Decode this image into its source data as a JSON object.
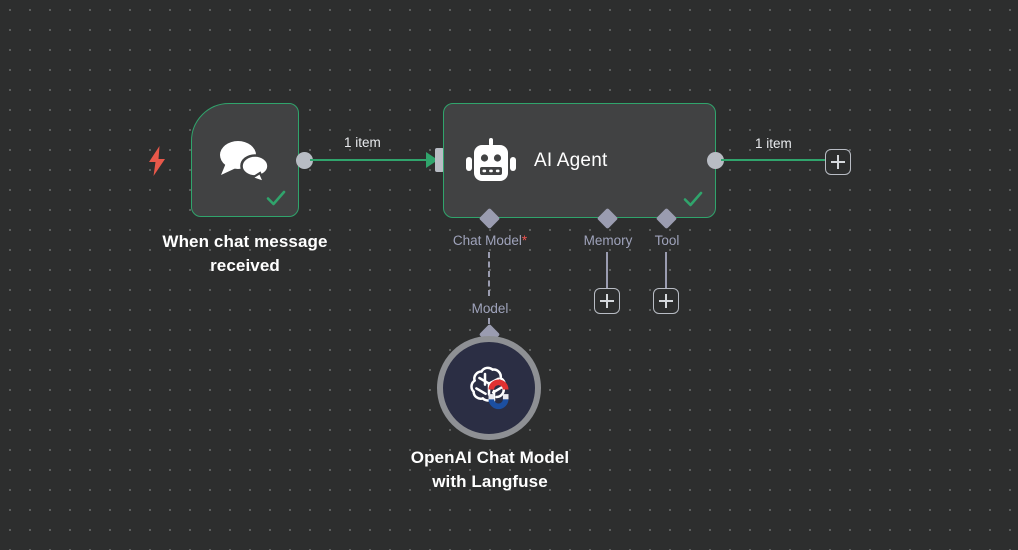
{
  "canvas": {
    "background_color": "#2d2e2e",
    "grid_dot_color": "#a0a3a3",
    "accent_green": "#30a46c",
    "node_fill": "#414243",
    "port_gray": "#b8bcc4",
    "sub_connector_color": "#9a9cb0",
    "required_marker_color": "#ef5350",
    "trigger_bolt_color": "#e8584a"
  },
  "nodes": {
    "trigger": {
      "label": "When chat message\nreceived",
      "icon": "chat-bubbles-icon",
      "status": "success",
      "status_icon": "check-icon",
      "trigger_icon": "lightning-bolt-icon"
    },
    "agent": {
      "title": "AI Agent",
      "icon": "robot-icon",
      "status": "success",
      "status_icon": "check-icon",
      "sub_connectors": [
        {
          "label": "Chat Model",
          "required": true,
          "required_marker": "*",
          "connected": true
        },
        {
          "label": "Memory",
          "required": false,
          "required_marker": "",
          "connected": false
        },
        {
          "label": "Tool",
          "required": false,
          "required_marker": "",
          "connected": false
        }
      ]
    },
    "openai": {
      "label": "OpenAI Chat Model\nwith Langfuse",
      "icon": "openai-langfuse-icon",
      "connector_label": "Model"
    }
  },
  "edges": {
    "trigger_to_agent": {
      "label": "1 item"
    },
    "agent_to_next": {
      "label": "1 item"
    }
  },
  "buttons": {
    "add_node_main": "+",
    "add_memory": "+",
    "add_tool": "+"
  }
}
